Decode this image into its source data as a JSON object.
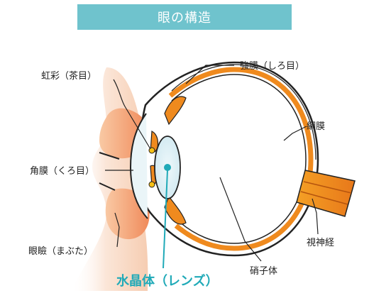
{
  "title": "眼の構造",
  "labels": {
    "sclera": "強膜（しろ目）",
    "iris": "虹彩（茶目）",
    "retina": "網膜",
    "cornea": "角膜（くろ目）",
    "optic_nerve": "視神経",
    "eyelid": "眼瞼（まぶた）",
    "vitreous": "硝子体",
    "lens": "水晶体（レンズ）"
  },
  "colors": {
    "title_bg": "#6fc3cd",
    "lens_accent": "#20aab8",
    "skin": "#f6cdb2",
    "orange": "#ef8a1e",
    "lens_fill": "#dff1f6"
  }
}
